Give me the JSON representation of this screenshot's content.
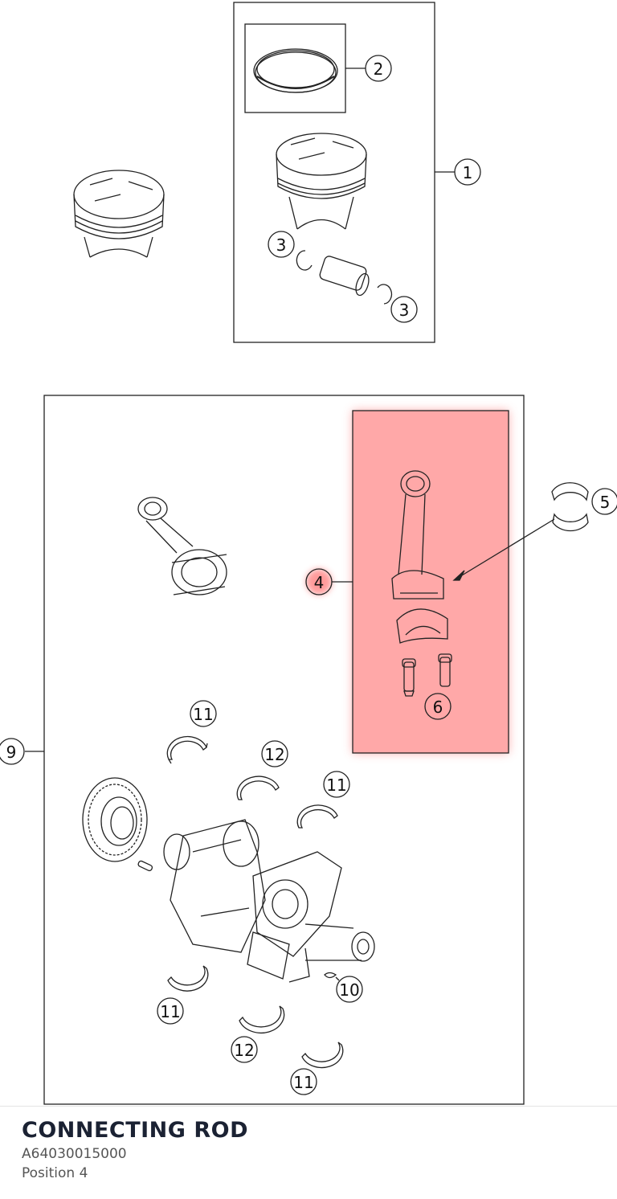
{
  "diagram": {
    "callouts": {
      "c1": "1",
      "c2": "2",
      "c3a": "3",
      "c3b": "3",
      "c4": "4",
      "c5": "5",
      "c6": "6",
      "c9": "9",
      "c10": "10",
      "c11a": "11",
      "c11b": "11",
      "c11c": "11",
      "c11d": "11",
      "c12a": "12",
      "c12b": "12"
    },
    "highlight_color": "#ff9a9a",
    "selected_callout": "4"
  },
  "footer": {
    "part_name": "CONNECTING ROD",
    "part_number": "A64030015000",
    "position_label": "Position 4"
  }
}
